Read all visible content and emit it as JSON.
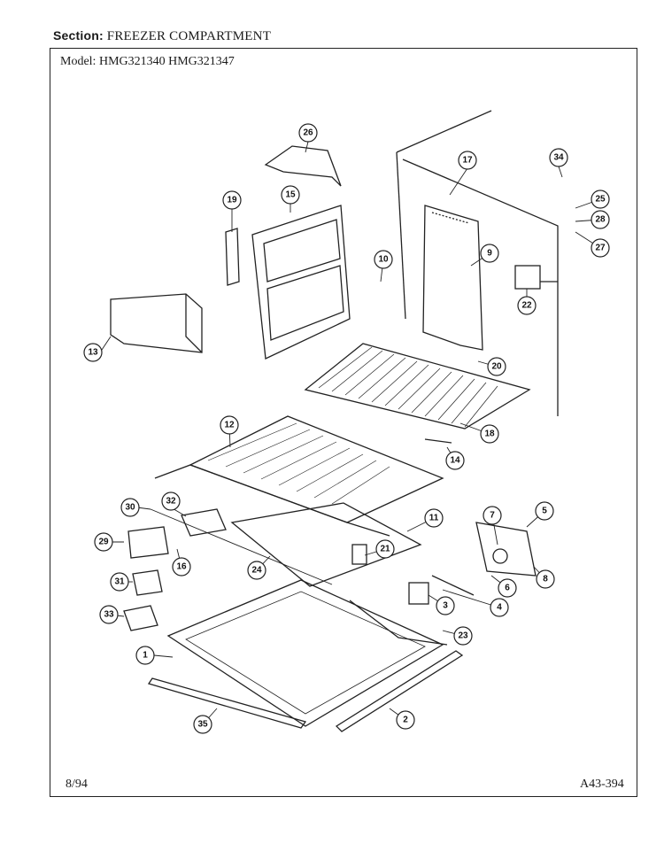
{
  "header": {
    "section_label": "Section:",
    "section_value": "FREEZER COMPARTMENT",
    "model_label": "Model:",
    "model_value": "HMG321340  HMG321347"
  },
  "footer": {
    "date": "8/94",
    "code": "A43-394"
  },
  "callouts": [
    "1",
    "2",
    "3",
    "4",
    "5",
    "6",
    "7",
    "8",
    "9",
    "10",
    "11",
    "12",
    "13",
    "14",
    "15",
    "16",
    "17",
    "18",
    "19",
    "20",
    "21",
    "22",
    "23",
    "24",
    "25",
    "26",
    "27",
    "28",
    "29",
    "30",
    "31",
    "32",
    "33",
    "34",
    "35"
  ]
}
